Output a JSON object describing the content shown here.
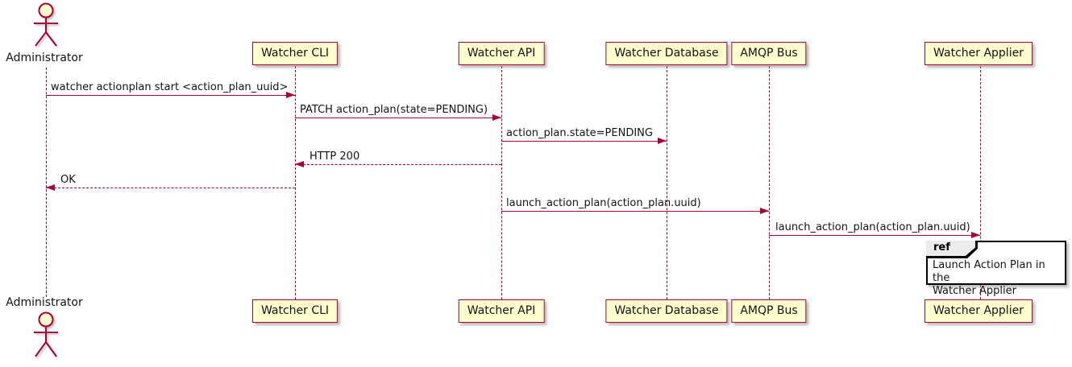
{
  "actor": {
    "label": "Administrator"
  },
  "participants": [
    {
      "label": "Watcher CLI"
    },
    {
      "label": "Watcher API"
    },
    {
      "label": "Watcher Database"
    },
    {
      "label": "AMQP Bus"
    },
    {
      "label": "Watcher Applier"
    }
  ],
  "messages": [
    {
      "from": "Administrator",
      "to": "Watcher CLI",
      "text": "watcher actionplan start <action_plan_uuid>",
      "line": "solid"
    },
    {
      "from": "Watcher CLI",
      "to": "Watcher API",
      "text": "PATCH action_plan(state=PENDING)",
      "line": "solid"
    },
    {
      "from": "Watcher API",
      "to": "Watcher Database",
      "text": "action_plan.state=PENDING",
      "line": "solid"
    },
    {
      "from": "Watcher API",
      "to": "Watcher CLI",
      "text": "HTTP 200",
      "line": "dashed"
    },
    {
      "from": "Watcher CLI",
      "to": "Administrator",
      "text": "OK",
      "line": "dashed"
    },
    {
      "from": "Watcher API",
      "to": "AMQP Bus",
      "text": "launch_action_plan(action_plan.uuid)",
      "line": "solid"
    },
    {
      "from": "AMQP Bus",
      "to": "Watcher Applier",
      "text": "launch_action_plan(action_plan.uuid)",
      "line": "solid"
    }
  ],
  "ref_fragment": {
    "keyword": "ref",
    "body": "Launch Action Plan in the\nWatcher Applier"
  },
  "colors": {
    "participant_fill": "#FEFECE",
    "participant_border": "#A80036",
    "arrow": "#A80036",
    "lifeline": "#A80036",
    "ref_border": "#000000",
    "ref_header_fill": "#ECECEC"
  }
}
